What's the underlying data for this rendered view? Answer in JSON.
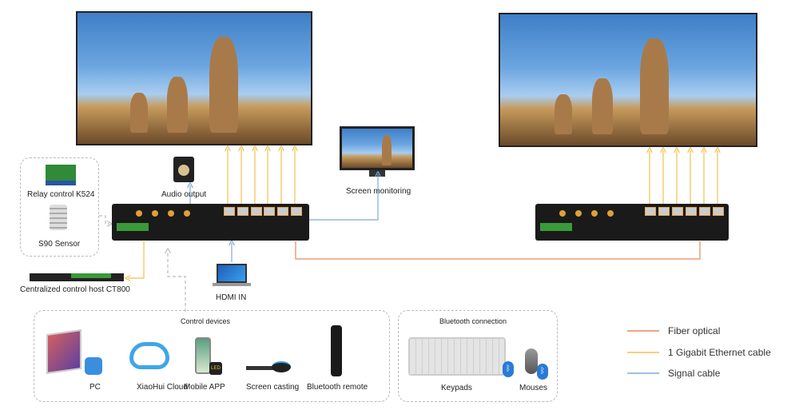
{
  "labels": {
    "audio_output": "Audio output",
    "screen_monitoring": "Screen monitoring",
    "relay": "Relay control K524",
    "sensor": "S90 Sensor",
    "ct800": "Centralized control host CT800",
    "hdmi_in": "HDMI IN"
  },
  "control_devices": {
    "title": "Control devices",
    "items": [
      "PC",
      "XiaoHui Cloud",
      "Mobile APP",
      "Screen casting",
      "Bluetooth remote"
    ]
  },
  "bluetooth": {
    "title": "Bluetooth connection",
    "items": [
      "Keypads",
      "Mouses"
    ]
  },
  "legend": [
    {
      "label": "Fiber optical",
      "color": "#e8875a"
    },
    {
      "label": "1 Gigabit Ethernet cable",
      "color": "#f0c050"
    },
    {
      "label": "Signal cable",
      "color": "#7fa8d8"
    }
  ],
  "led_badge": "LED"
}
